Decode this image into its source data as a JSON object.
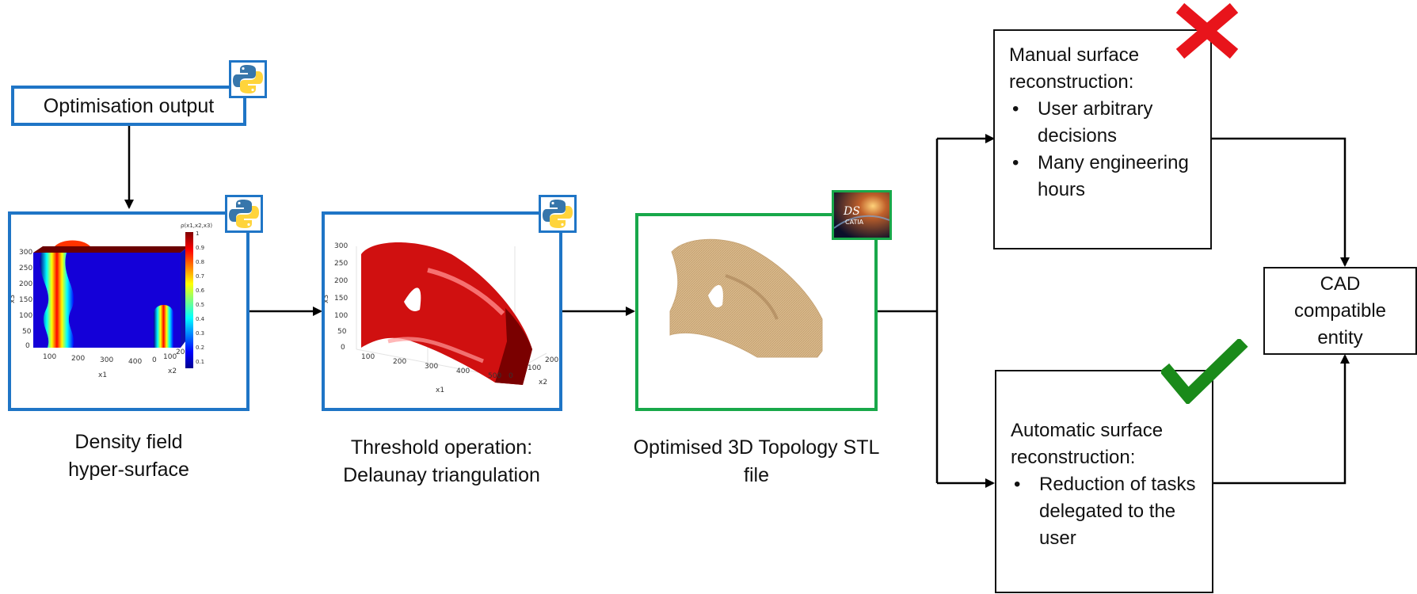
{
  "nodes": {
    "optimisation_output": "Optimisation output",
    "density_caption": "Density field\nhyper-surface",
    "threshold_caption": "Threshold operation:\nDelaunay triangulation",
    "stl_caption": "Optimised 3D Topology STL\nfile",
    "manual": {
      "title": "Manual surface reconstruction:",
      "bullets": [
        "User arbitrary decisions",
        "Many engineering hours"
      ]
    },
    "automatic": {
      "title": "Automatic surface reconstruction:",
      "bullets": [
        "Reduction of tasks delegated to the user"
      ]
    },
    "cad": "CAD compatible entity"
  },
  "density_plot": {
    "colorbar_label": "ρ(x1,x2,x3)",
    "colorbar_ticks": [
      "1",
      "0.9",
      "0.8",
      "0.7",
      "0.6",
      "0.5",
      "0.4",
      "0.3",
      "0.2",
      "0.1"
    ],
    "z_ticks": [
      "300",
      "250",
      "200",
      "150",
      "100",
      "50",
      "0"
    ],
    "x_ticks": [
      "100",
      "200",
      "300",
      "400"
    ],
    "y_ticks": [
      "0",
      "100",
      "200"
    ],
    "x_label": "x1",
    "y_label": "x2",
    "z_label": "x3"
  },
  "threshold_plot": {
    "z_ticks": [
      "300",
      "250",
      "200",
      "150",
      "100",
      "50",
      "0"
    ],
    "x_ticks": [
      "100",
      "200",
      "300",
      "400",
      "500"
    ],
    "y_ticks": [
      "0",
      "100",
      "200"
    ],
    "x_label": "x1",
    "y_label": "x2",
    "z_label": "x3"
  },
  "catia_logo": "CATIA",
  "icons": {
    "python": "python-logo-icon",
    "catia": "catia-logo-icon",
    "reject": "red-cross-icon",
    "accept": "green-check-icon"
  },
  "colors": {
    "python_frame": "#1f75c6",
    "stl_frame": "#18a84a",
    "cross": "#e8141b",
    "check": "#1a8a1a"
  }
}
